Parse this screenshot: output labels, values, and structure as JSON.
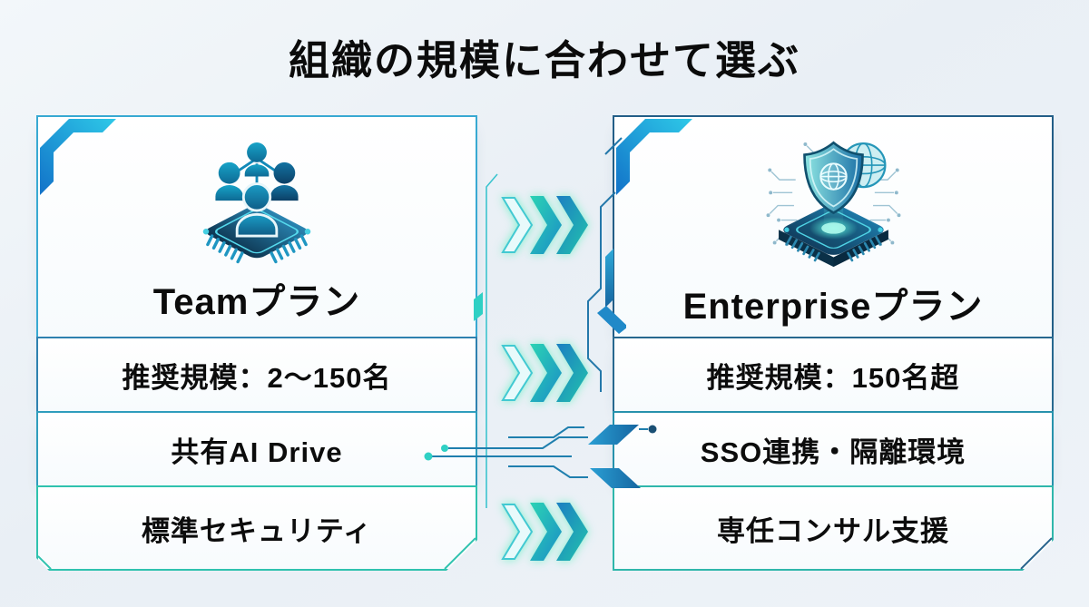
{
  "title": "組織の規模に合わせて選ぶ",
  "plans": {
    "team": {
      "name": "Teamプラン",
      "icon": "team-network-chip-icon",
      "features": [
        "推奨規模：2〜150名",
        "共有AI Drive",
        "標準セキュリティ"
      ]
    },
    "enterprise": {
      "name": "Enterpriseプラン",
      "icon": "shield-globe-chip-icon",
      "features": [
        "推奨規模：150名超",
        "SSO連携・隔離環境",
        "専任コンサル支援"
      ]
    }
  },
  "decor": {
    "arrows_icon": "triple-chevron-right-icon",
    "colors": {
      "accent_blue": "#1272c8",
      "accent_cyan": "#2ec9e8",
      "accent_teal": "#2fc2ae",
      "border_blue": "#2e81b0",
      "border_navy": "#27688f",
      "glow_green": "#7df0c8",
      "text": "#0c0c0c"
    }
  }
}
